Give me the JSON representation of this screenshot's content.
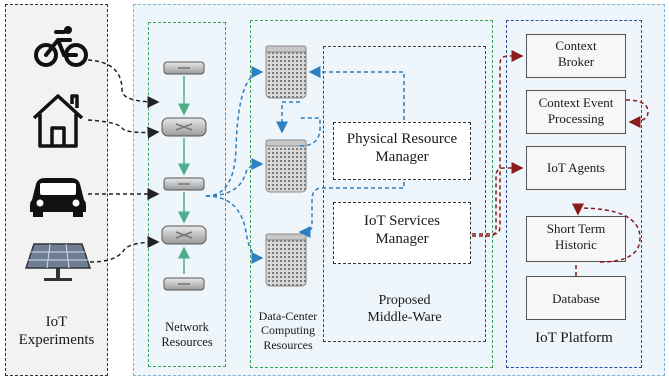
{
  "experiments": {
    "label_line1": "IoT",
    "label_line2": "Experiments",
    "icons": [
      "bicycle-icon",
      "house-icon",
      "car-icon",
      "solar-panel-icon"
    ]
  },
  "network": {
    "label_line1": "Network",
    "label_line2": "Resources"
  },
  "datacenter": {
    "label_line1": "Data-Center",
    "label_line2": "Computing",
    "label_line3": "Resources"
  },
  "middleware": {
    "physical_line1": "Physical Resource",
    "physical_line2": "Manager",
    "services_line1": "IoT Services",
    "services_line2": "Manager",
    "label_line1": "Proposed",
    "label_line2": "Middle-Ware"
  },
  "platform": {
    "context_broker_line1": "Context",
    "context_broker_line2": "Broker",
    "cep_line1": "Context Event",
    "cep_line2": "Processing",
    "iot_agents": "IoT Agents",
    "short_term_line1": "Short Term",
    "short_term_line2": "Historic",
    "database": "Database",
    "label": "IoT Platform"
  },
  "colors": {
    "panel_bg": "#eef5fb",
    "experiments_bg": "#f2f2f2",
    "network_border": "#3aa655",
    "arrow_green": "#4fae8a",
    "arrow_blue": "#2f7fc1",
    "arrow_red": "#8b1a1a",
    "platform_border": "#2d4fa0"
  }
}
